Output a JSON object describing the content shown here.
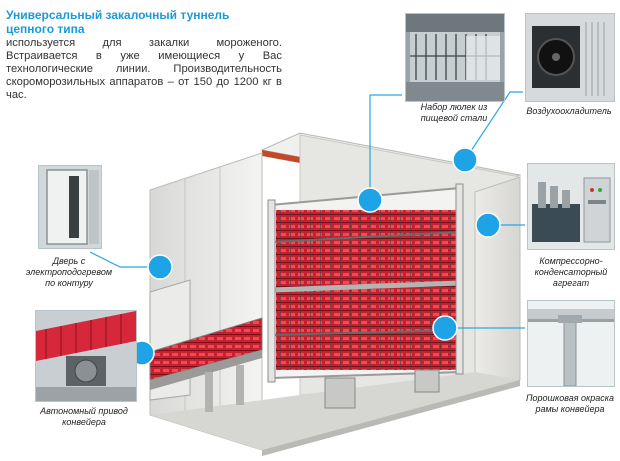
{
  "header": {
    "title_line1": "Универсальный закалочный туннель",
    "title_line2": "цепного типа",
    "description": "используется для закалки мороженого. Встраивается в уже имеющиеся у Вас технологические линии. Производительность скороморозильных аппаратов – от 150 до 1200 кг в час."
  },
  "callouts": {
    "trays": {
      "line1": "Набор люлек из",
      "line2": "пищевой стали"
    },
    "aircooler": {
      "line1": "Воздухоохладитель"
    },
    "door": {
      "line1": "Дверь с",
      "line2": "электроподогревом",
      "line3": "по контуру"
    },
    "compressor": {
      "line1": "Компрессорно-",
      "line2": "конденсаторный",
      "line3": "агрегат"
    },
    "drive": {
      "line1": "Автономный привод",
      "line2": "конвейера"
    },
    "coating": {
      "line1": "Порошковая окраска",
      "line2": "рамы конвейера"
    }
  },
  "colors": {
    "accent": "#1b9ad8",
    "marker": "#1da3e6",
    "leader": "#2aa7e0",
    "product": "#d8283a"
  },
  "icons": [
    "marker-dot-icon"
  ]
}
